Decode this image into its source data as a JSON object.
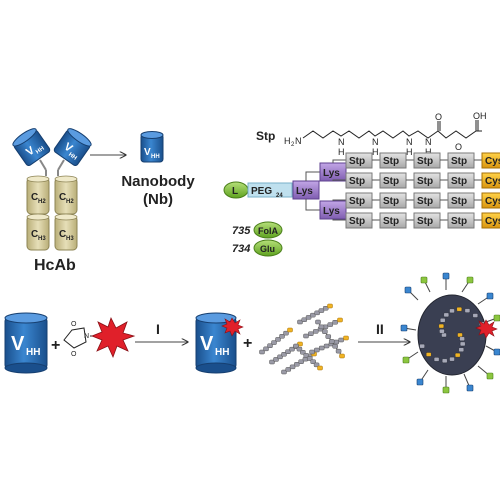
{
  "hcab": {
    "heavy_left": "V",
    "heavy_left_sub": "HH",
    "heavy_right": "V",
    "heavy_right_sub": "HH",
    "ch2_left": "C",
    "ch2_left_sub": "H2",
    "ch2_right": "C",
    "ch2_right_sub": "H2",
    "ch3_left": "C",
    "ch3_left_sub": "H3",
    "ch3_right": "C",
    "ch3_right_sub": "H3",
    "label": "HcAb"
  },
  "nanobody": {
    "vhh": "V",
    "vhh_sub": "HH",
    "label_line1": "Nanobody",
    "label_line2": "(Nb)"
  },
  "stp": {
    "label": "Stp",
    "h2n": "H",
    "h2n_sub": "2",
    "h2n_n": "N",
    "nh": [
      "H",
      "H",
      "H",
      "H"
    ],
    "n": [
      "N",
      "N",
      "N",
      "N"
    ],
    "o_top": "O",
    "o_bottom": "O",
    "oh": "OH"
  },
  "conjugate": {
    "ligand": "L",
    "peg": "PEG",
    "peg_sub": "24",
    "lys": [
      "Lys",
      "Lys",
      "Lys"
    ],
    "rows": [
      [
        "Stp",
        "Stp",
        "Stp",
        "Stp",
        "Cys"
      ],
      [
        "Stp",
        "Stp",
        "Stp",
        "Stp",
        "Cys"
      ],
      [
        "Stp",
        "Stp",
        "Stp",
        "Stp",
        "Cys"
      ],
      [
        "Stp",
        "Stp",
        "Stp",
        "Stp",
        "Cys"
      ]
    ]
  },
  "variants": [
    {
      "id": "735",
      "ligand": "FolA"
    },
    {
      "id": "734",
      "ligand": "Glu"
    }
  ],
  "reaction": {
    "vhh1": "V",
    "vhh1_sub": "HH",
    "plus1": "+",
    "step1": "I",
    "vhh2": "V",
    "vhh2_sub": "HH",
    "plus2": "+",
    "step2": "II"
  },
  "linker": {
    "o_top": "O",
    "n": "N",
    "o_bottom": "O"
  },
  "colors": {
    "vhh_blue": "#2b6fb8",
    "vhh_dark": "#1a4f8c",
    "ch_fill": "#dcd3a3",
    "stp_gray": "#c8c8c8",
    "cys_yellow": "#f0b323",
    "lys_purple": "#9b7bc4",
    "peg_blue": "#bfe0ee",
    "ligand_green": "#8cc63f",
    "star_red": "#e0202a"
  }
}
